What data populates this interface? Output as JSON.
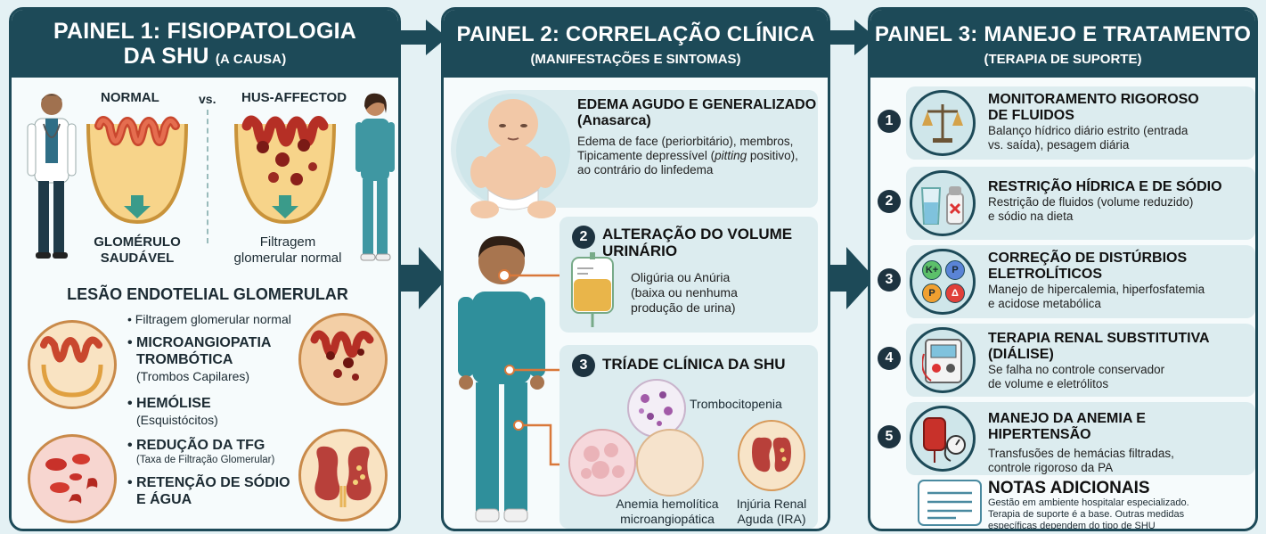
{
  "panel1": {
    "title_line1": "PAINEL 1: FISIOPATOLOGIA",
    "title_line2": "DA SHU",
    "title_suffix": "(A CAUSA)",
    "normal_label": "NORMAL",
    "vs_label": "vs.",
    "affected_label": "HUS-AFFECTOD",
    "healthy_caption_1": "GLOMÉRULO",
    "healthy_caption_2": "SAUDÁVEL",
    "filtration_caption_1": "Filtragem",
    "filtration_caption_2": "glomerular normal",
    "section_title": "LESÃO ENDOTELIAL GLOMERULAR",
    "bullets": [
      {
        "title": "Filtragem glomerular normal",
        "sub": ""
      },
      {
        "title": "MICROANGIOPATIA",
        "title2": "TROMBÓTICA",
        "sub": "(Trombos Capilares)"
      },
      {
        "title": "HEMÓLISE",
        "sub": "(Esquistócitos)"
      },
      {
        "title": "REDUÇÃO DA TFG",
        "sub": "(Taxa de Filtração Glomerular)"
      },
      {
        "title": "RETENÇÃO DE SÓDIO",
        "title2": "E ÁGUA",
        "sub": ""
      }
    ]
  },
  "panel2": {
    "title": "PAINEL 2: CORRELAÇÃO CLÍNICA",
    "subtitle": "(MANIFESTAÇÕES E SINTOMAS)",
    "card1": {
      "title": "EDEMA AGUDO E GENERALIZADO",
      "title2": "(Anasarca)",
      "line1": "Edema de face (periorbitário), membros,",
      "line2a": "Tipicamente depressível (",
      "line2b": "pitting",
      "line2c": " positivo),",
      "line3": "ao contrário do linfedema"
    },
    "card2": {
      "num": "2",
      "title": "ALTERAÇÃO DO VOLUME",
      "title2": "URINÁRIO",
      "line1": "Oligúria ou Anúria",
      "line2": "(baixa ou nenhuma",
      "line3": "produção de urina)"
    },
    "card3": {
      "num": "3",
      "title": "TRÍADE CLÍNICA DA SHU",
      "thrombo": "Trombocitopenia",
      "anemia_1": "Anemia hemolítica",
      "anemia_2": "microangiopática",
      "injury_1": "Injúria Renal",
      "injury_2": "Aguda (IRA)"
    }
  },
  "panel3": {
    "title": "PAINEL 3: MANEJO E TRATAMENTO",
    "subtitle": "(TERAPIA DE SUPORTE)",
    "items": [
      {
        "num": "1",
        "title": "MONITORAMENTO RIGOROSO",
        "title2": "DE FLUIDOS",
        "line1": "Balanço hídrico diário estrito (entrada",
        "line2": "vs. saída), pesagem diária"
      },
      {
        "num": "2",
        "title": "RESTRIÇÃO HÍDRICA E DE SÓDIO",
        "title2": "",
        "line1": "Restrição de fluidos (volume reduzido)",
        "line2": "e sódio na dieta"
      },
      {
        "num": "3",
        "title": "CORREÇÃO DE DISTÚRBIOS",
        "title2": "ELETROLÍTICOS",
        "line1": "Manejo de hipercalemia, hiperfosfatemia",
        "line2": "e acidose metabólica"
      },
      {
        "num": "4",
        "title": "TERAPIA RENAL SUBSTITUTIVA",
        "title2": "(DIÁLISE)",
        "line1": "Se falha no controle conservador",
        "line2": "de volume e eletrólitos"
      },
      {
        "num": "5",
        "title": "MANEJO DA ANEMIA E HIPERTENSÃO",
        "title2": "",
        "line1": "Transfusões de hemácias filtradas,",
        "line2": "controle rigoroso da PA"
      }
    ],
    "electrolytes": [
      "K+",
      "P",
      "P",
      "Δ"
    ],
    "notes_title": "NOTAS ADICIONAIS",
    "notes_line1": "Gestão em ambiente hospitalar especializado.",
    "notes_line2": "Terapia de suporte é a base. Outras medidas",
    "notes_line3": "específicas dependem do tipo de SHU"
  }
}
